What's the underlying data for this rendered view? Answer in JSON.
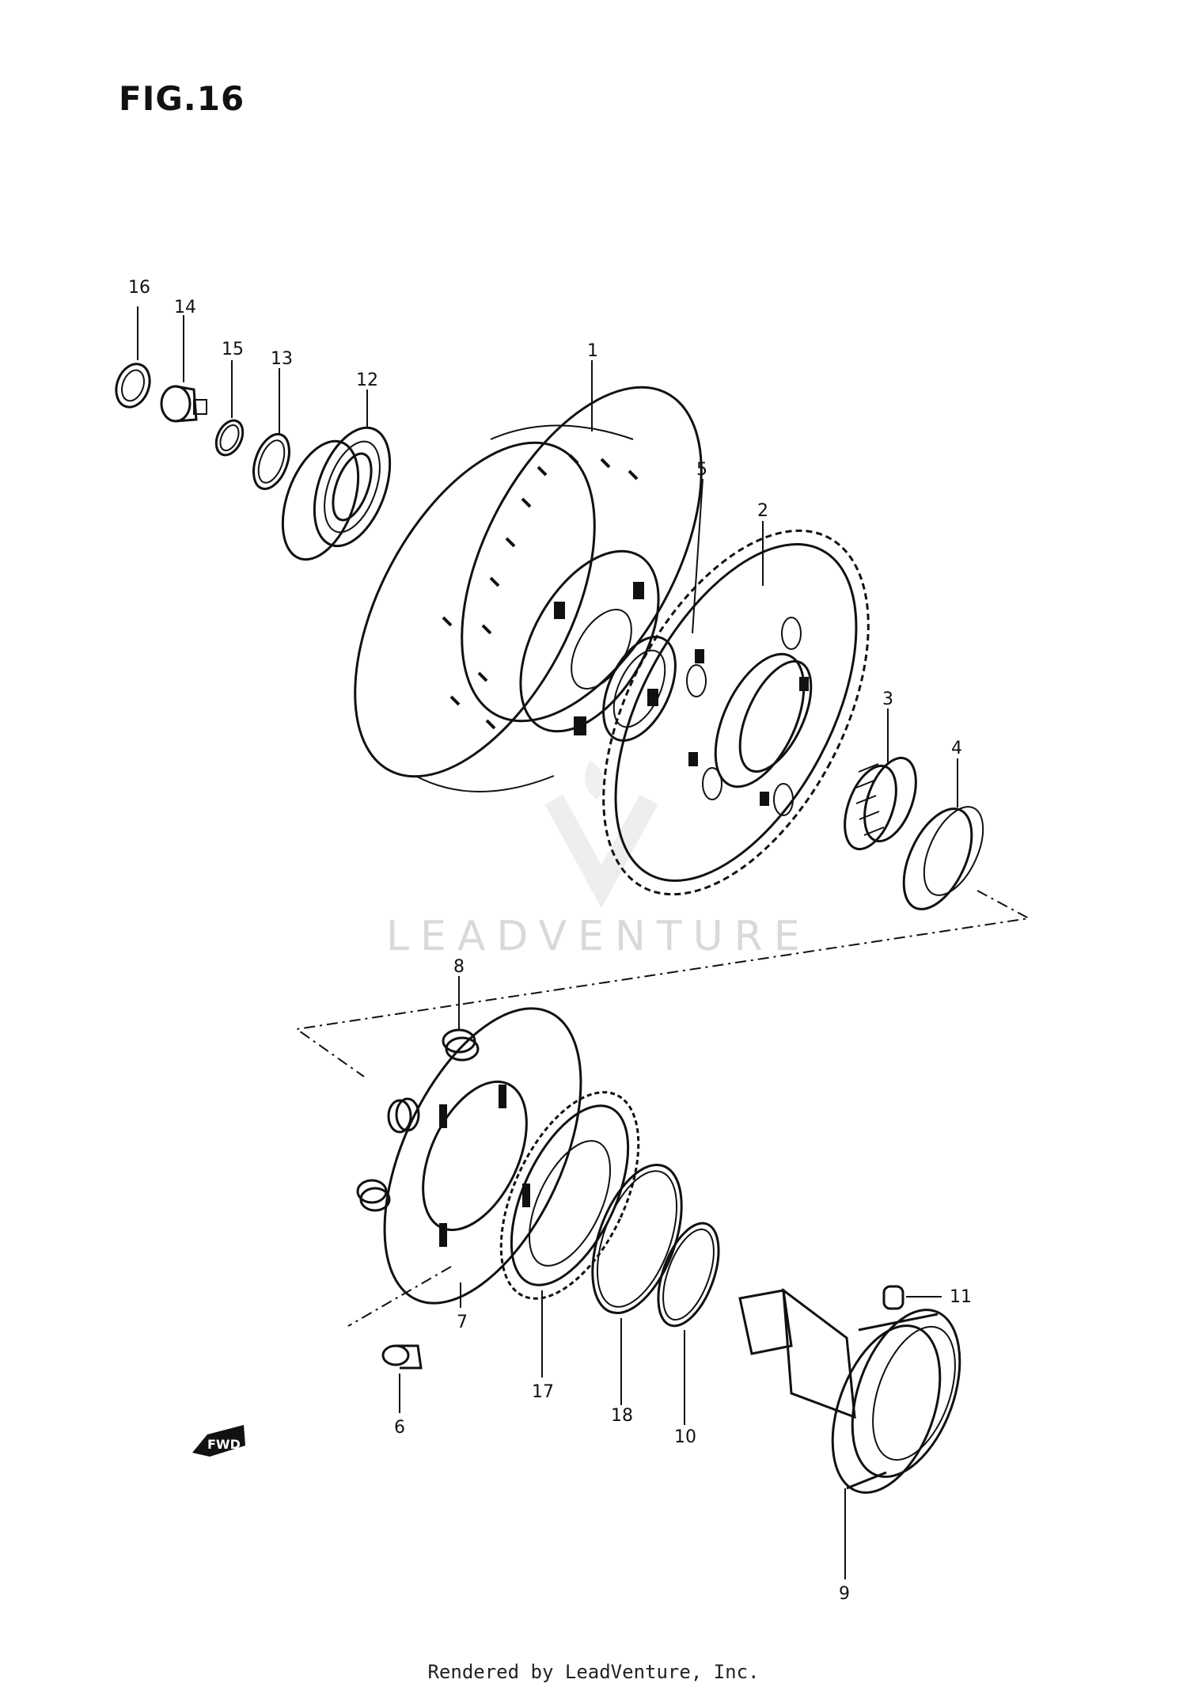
{
  "figure": {
    "title": "FIG.16"
  },
  "callouts": {
    "p1": "1",
    "p2": "2",
    "p3": "3",
    "p4": "4",
    "p5": "5",
    "p6": "6",
    "p7": "7",
    "p8": "8",
    "p9": "9",
    "p10": "10",
    "p11": "11",
    "p12": "12",
    "p13": "13",
    "p14": "14",
    "p15": "15",
    "p16": "16",
    "p17": "17",
    "p18": "18"
  },
  "fwd_label": "FWD",
  "watermark": "LEADVENTURE",
  "footer": "Rendered by LeadVenture, Inc."
}
